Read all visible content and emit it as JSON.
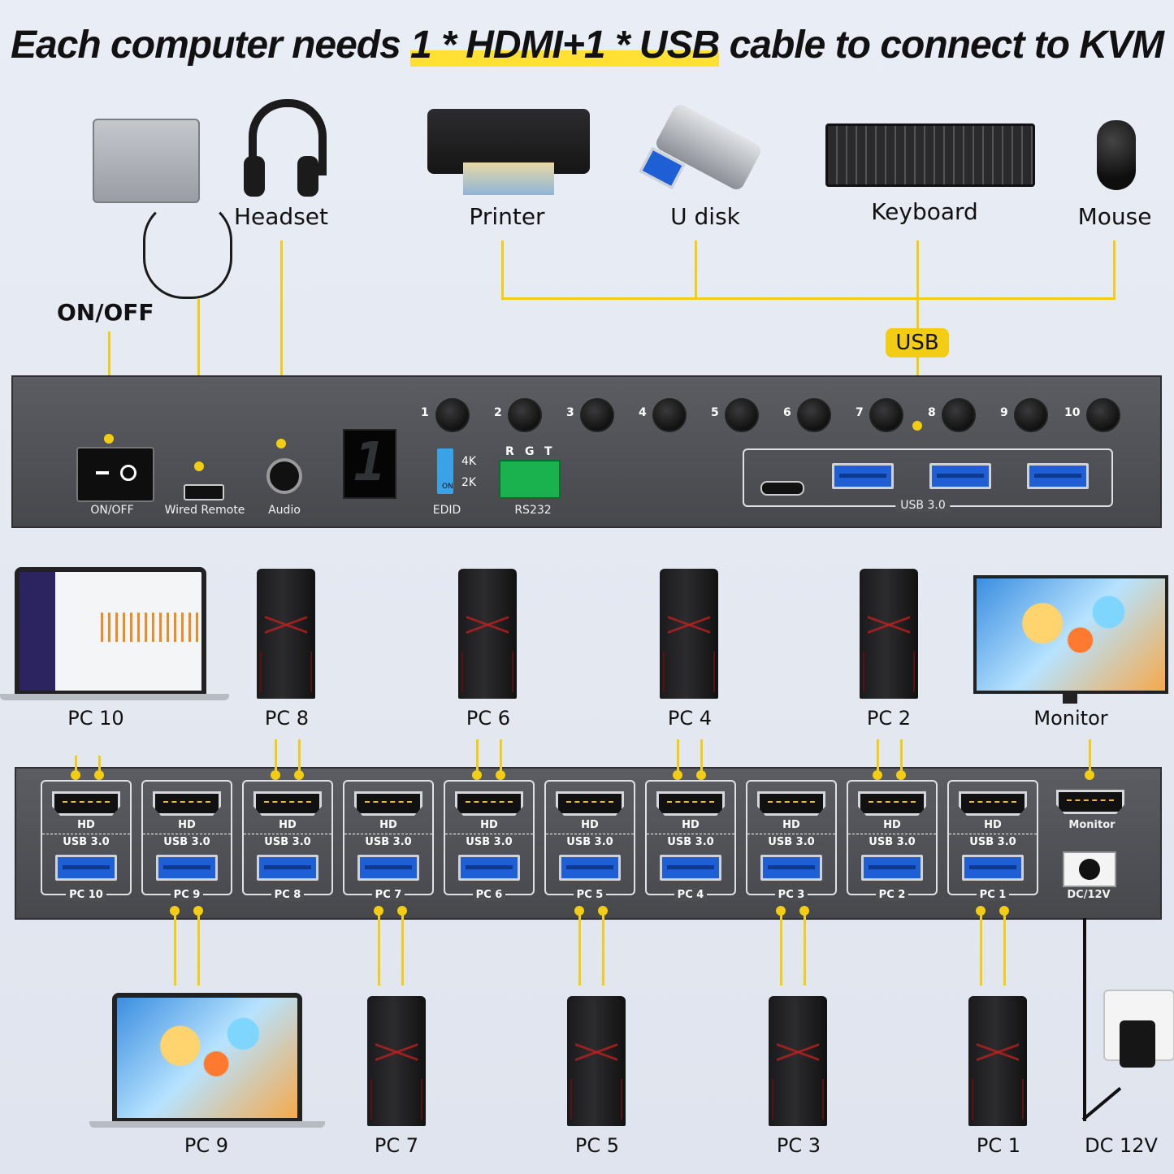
{
  "title": {
    "before": "Each computer needs ",
    "highlight": "1 * HDMI+1 * USB",
    "after": " cable to connect to KVM"
  },
  "top_devices": {
    "headset": "Headset",
    "printer": "Printer",
    "udisk": "U disk",
    "keyboard": "Keyboard",
    "mouse": "Mouse",
    "onoff": "ON/OFF",
    "usb_badge": "USB"
  },
  "front_panel": {
    "onoff": "ON/OFF",
    "wired_remote": "Wired Remote",
    "audio": "Audio",
    "display_digit": "1",
    "edid": "EDID",
    "edid_4k": "4K",
    "edid_2k": "2K",
    "edid_on": "ON",
    "rs232": "RS232",
    "rs232_pins": [
      "R",
      "G",
      "T"
    ],
    "usb30": "USB 3.0",
    "buttons": [
      "1",
      "2",
      "3",
      "4",
      "5",
      "6",
      "7",
      "8",
      "9",
      "10"
    ]
  },
  "middle_devices": [
    "PC 10",
    "PC 8",
    "PC 6",
    "PC 4",
    "PC 2",
    "Monitor"
  ],
  "rear_panel": {
    "hd": "HD",
    "usb30": "USB 3.0",
    "ports": [
      "PC 10",
      "PC 9",
      "PC 8",
      "PC 7",
      "PC 6",
      "PC 5",
      "PC 4",
      "PC 3",
      "PC 2",
      "PC 1"
    ],
    "monitor": "Monitor",
    "dc": "DC/12V"
  },
  "bottom_devices": [
    "PC 9",
    "PC 7",
    "PC 5",
    "PC 3",
    "PC 1",
    "DC 12V"
  ],
  "colors": {
    "accent": "#f2cd14",
    "panel": "#4c4e52"
  }
}
